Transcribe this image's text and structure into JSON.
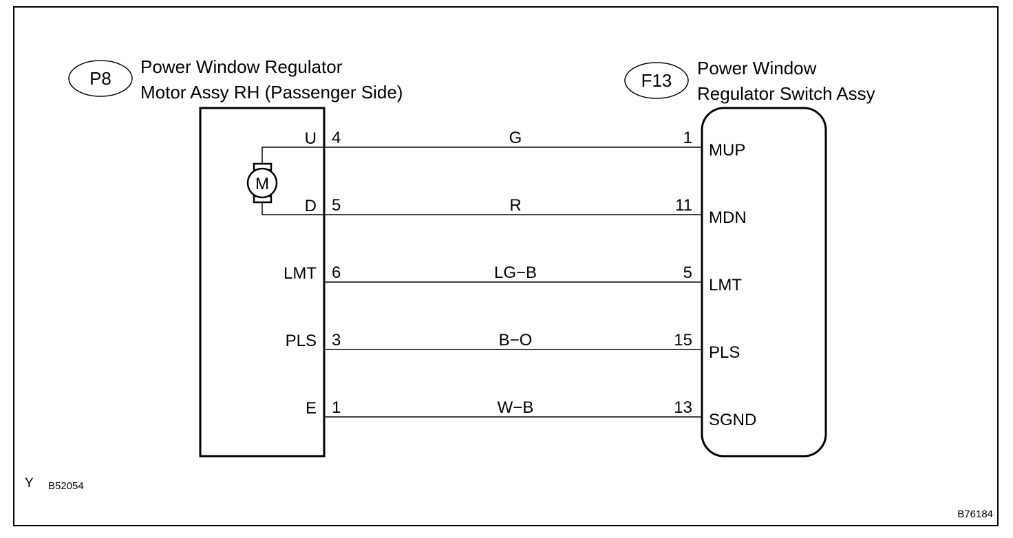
{
  "left_connector": {
    "code": "P8",
    "name_line1": "Power Window Regulator",
    "name_line2": "Motor Assy RH (Passenger Side)",
    "motor_symbol": "M"
  },
  "right_connector": {
    "code": "F13",
    "name_line1": "Power Window",
    "name_line2": "Regulator Switch Assy"
  },
  "wires": [
    {
      "left_label": "U",
      "left_pin": "4",
      "color": "G",
      "right_pin": "1",
      "right_label": "MUP"
    },
    {
      "left_label": "D",
      "left_pin": "5",
      "color": "R",
      "right_pin": "11",
      "right_label": "MDN"
    },
    {
      "left_label": "LMT",
      "left_pin": "6",
      "color": "LG−B",
      "right_pin": "5",
      "right_label": "LMT"
    },
    {
      "left_label": "PLS",
      "left_pin": "3",
      "color": "B−O",
      "right_pin": "15",
      "right_label": "PLS"
    },
    {
      "left_label": "E",
      "left_pin": "1",
      "color": "W−B",
      "right_pin": "13",
      "right_label": "SGND"
    }
  ],
  "footer": {
    "marker": "Y",
    "ref_left": "B52054",
    "ref_right": "B76184"
  }
}
